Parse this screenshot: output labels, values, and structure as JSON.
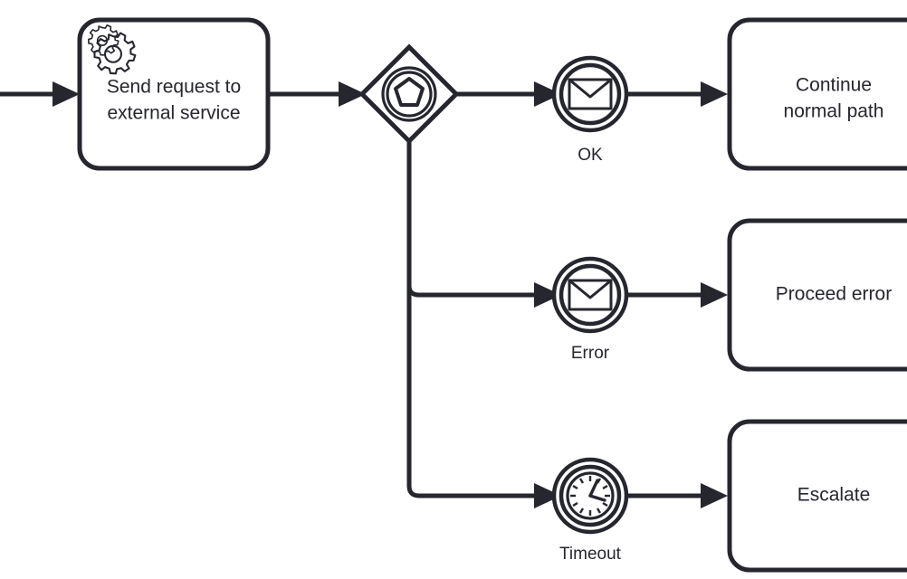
{
  "diagram": {
    "type": "bpmn-process",
    "title": "",
    "stroke_color": "#26272e",
    "fill_color": "#ffffff"
  },
  "nodes": {
    "service_task": {
      "label_line1": "Send request to",
      "label_line2": "external service",
      "icon": "gear-icon",
      "type": "service-task"
    },
    "gateway": {
      "type": "event-based-gateway",
      "icon": "pentagon-icon",
      "label": ""
    },
    "event_ok": {
      "label": "OK",
      "type": "intermediate-message-catch-event",
      "icon": "envelope-icon"
    },
    "event_error": {
      "label": "Error",
      "type": "intermediate-message-catch-event",
      "icon": "envelope-icon"
    },
    "event_timeout": {
      "label": "Timeout",
      "type": "intermediate-timer-catch-event",
      "icon": "clock-icon"
    },
    "task_continue": {
      "label_line1": "Continue",
      "label_line2": "normal path",
      "type": "task"
    },
    "task_proceed_error": {
      "label_line1": "Proceed error",
      "label_line2": "",
      "type": "task"
    },
    "task_escalate": {
      "label_line1": "Escalate",
      "label_line2": "",
      "type": "task"
    }
  },
  "flows": [
    {
      "name": "incoming-to-service-task",
      "label": ""
    },
    {
      "name": "service-task-to-gateway",
      "label": ""
    },
    {
      "name": "gateway-to-ok",
      "label": ""
    },
    {
      "name": "gateway-to-error",
      "label": ""
    },
    {
      "name": "gateway-to-timeout",
      "label": ""
    },
    {
      "name": "ok-to-continue",
      "label": ""
    },
    {
      "name": "error-to-proceed-error",
      "label": ""
    },
    {
      "name": "timeout-to-escalate",
      "label": ""
    }
  ]
}
